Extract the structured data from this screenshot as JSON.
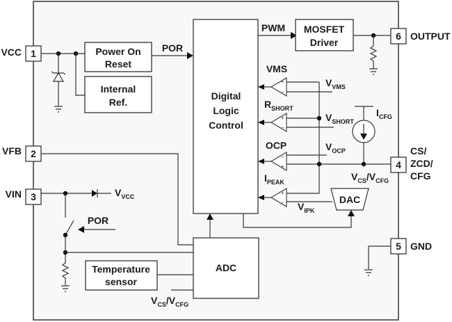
{
  "diagram": {
    "pins": [
      {
        "number": "1",
        "label": "VCC"
      },
      {
        "number": "2",
        "label": "VFB"
      },
      {
        "number": "3",
        "label": "VIN"
      },
      {
        "number": "4",
        "label_lines": [
          "CS/",
          "ZCD/",
          "CFG"
        ]
      },
      {
        "number": "5",
        "label": "GND"
      },
      {
        "number": "6",
        "label": "OUTPUT"
      }
    ],
    "blocks": {
      "por": [
        "Power On",
        "Reset"
      ],
      "ref": [
        "Internal",
        "Ref."
      ],
      "logic": [
        "Digital",
        "Logic",
        "Control"
      ],
      "driver": [
        "MOSFET",
        "Driver"
      ],
      "dac": "DAC",
      "adc": "ADC",
      "temp": [
        "Temperature",
        "sensor"
      ]
    },
    "signals": {
      "por_out": "POR",
      "pwm": "PWM",
      "por_switch": "POR",
      "vms": "VMS",
      "rshort_main": "R",
      "rshort_sub": "SHORT",
      "ocp": "OCP",
      "ipeak_main": "I",
      "ipeak_sub": "PEAK",
      "vvms_main": "V",
      "vvms_sub": "VMS",
      "vshort_main": "V",
      "vshort_sub": "SHORT",
      "vocp_main": "V",
      "vocp_sub": "OCP",
      "icfg_main": "I",
      "icfg_sub": "CFG",
      "vipk_main": "V",
      "vipk_sub": "IPK",
      "vvcc_main": "V",
      "vvcc_sub": "VCC",
      "vcs_a": "V",
      "vcs_a_sub": "CS",
      "vcs_slash": "/V",
      "vcs_b_sub": "CFG",
      "adc_vcs_a": "V",
      "adc_vcs_a_sub": "CS",
      "adc_vcs_slash": "/V",
      "adc_vcs_b_sub": "CFG"
    }
  }
}
